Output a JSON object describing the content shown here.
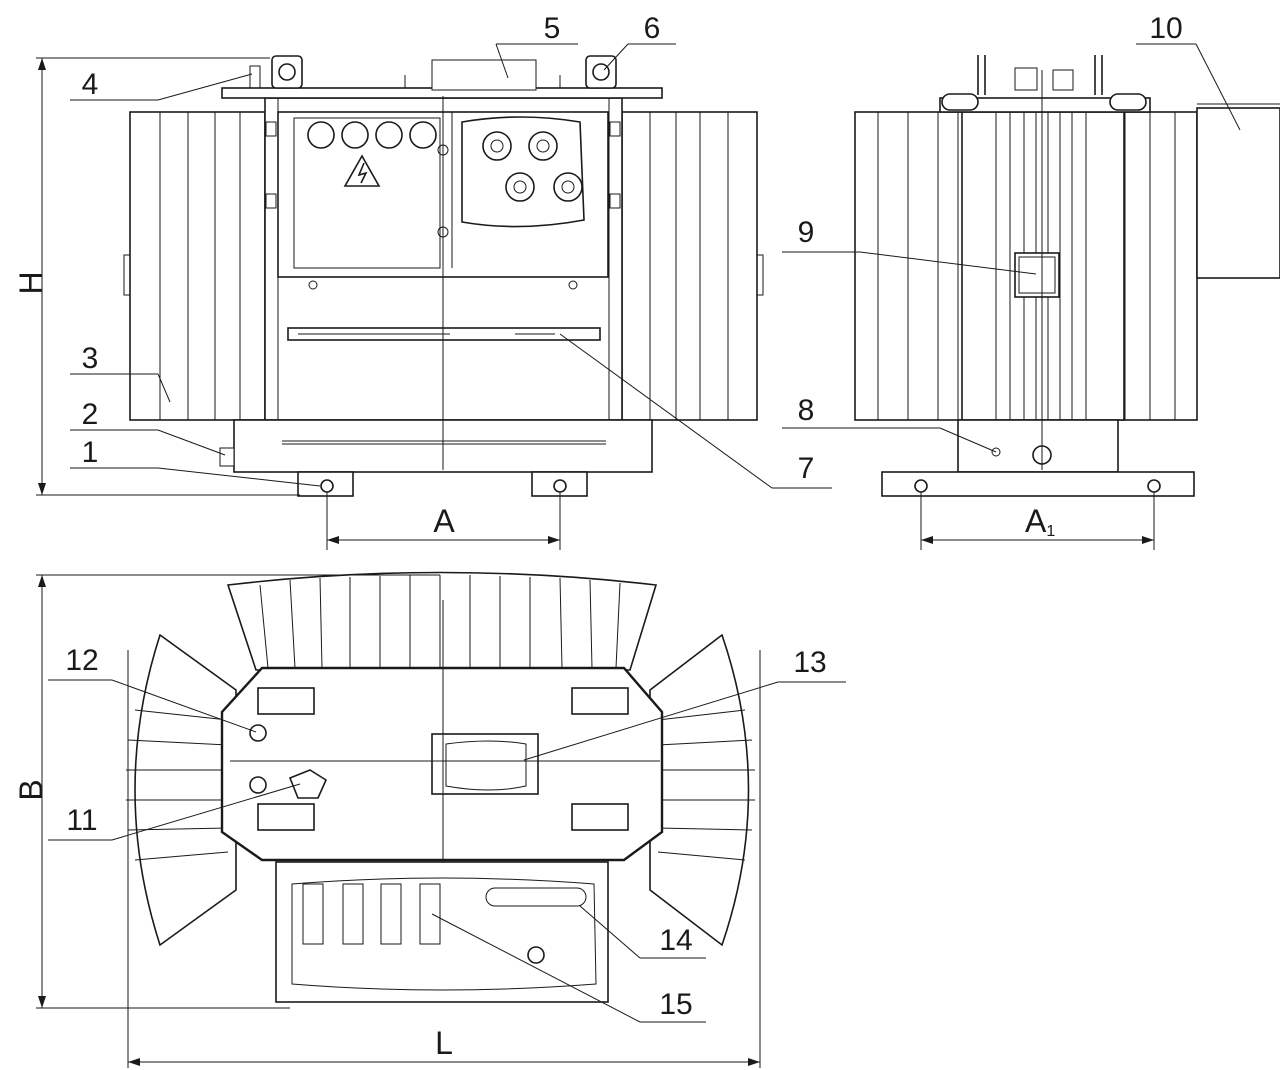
{
  "callouts": {
    "c1": "1",
    "c2": "2",
    "c3": "3",
    "c4": "4",
    "c5": "5",
    "c6": "6",
    "c7": "7",
    "c8": "8",
    "c9": "9",
    "c10": "10",
    "c11": "11",
    "c12": "12",
    "c13": "13",
    "c14": "14",
    "c15": "15"
  },
  "dimensions": {
    "height": "H",
    "width_a": "A",
    "width_a1_base": "A",
    "width_a1_sub": "1",
    "depth_b": "B",
    "length_l": "L"
  }
}
